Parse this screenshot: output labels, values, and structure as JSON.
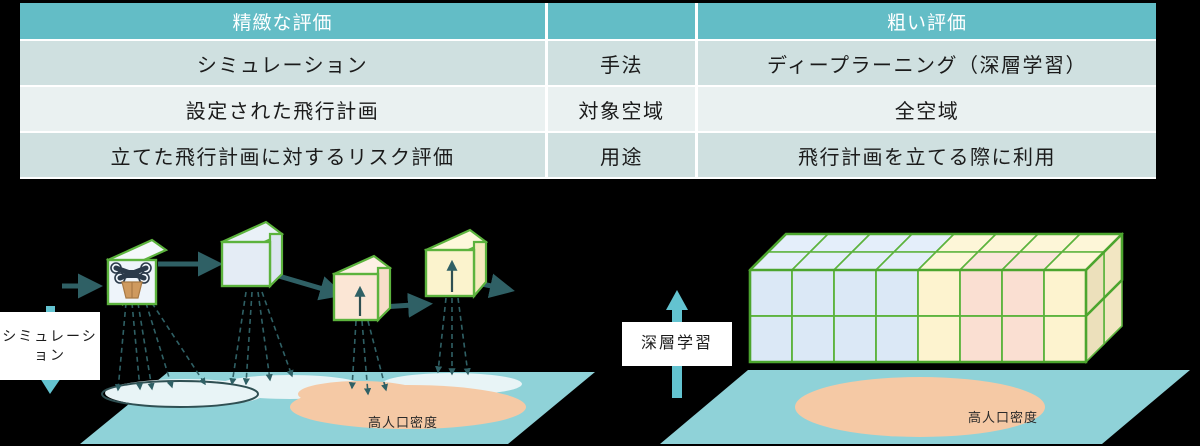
{
  "table": {
    "headers": [
      "精緻な評価",
      "",
      "粗い評価"
    ],
    "rows": [
      {
        "left": "シミュレーション",
        "middle": "手法",
        "right": "ディープラーニング（深層学習）"
      },
      {
        "left": "設定された飛行計画",
        "middle": "対象空域",
        "right": "全空域"
      },
      {
        "left": "立てた飛行計画に対するリスク評価",
        "middle": "用途",
        "right": "飛行計画を立てる際に利用"
      }
    ],
    "colors": {
      "header_bg": "#63bdc6",
      "header_text": "#ffffff",
      "row_odd_bg": "#cfe0e0",
      "row_even_bg": "#eaf1f1",
      "grid": "#ffffff"
    }
  },
  "diagrams": {
    "left": {
      "label": "シミュレーション",
      "ground_label": "高人口密度",
      "cubes": [
        {
          "name": "drone-cube",
          "fill": "#eef3f8"
        },
        {
          "name": "blue-cube",
          "fill": "#e2eaf2"
        },
        {
          "name": "peach-cube",
          "fill": "#fae4d2"
        },
        {
          "name": "yellow-cube",
          "fill": "#fbf2cd"
        }
      ],
      "icon": "drone-icon"
    },
    "right": {
      "label": "深層学習",
      "ground_label": "高人口密度",
      "voxel_grid": {
        "columns": 8,
        "rows": 2,
        "depth_layers": 2,
        "cell_colors": [
          "#dbe8f6",
          "#dbe8f6",
          "#dbe8f6",
          "#dbe8f6",
          "#fdf3cf",
          "#fadfd2",
          "#fadfd2",
          "#fdf3cf"
        ],
        "edge_color": "#5cb33d"
      }
    },
    "colors": {
      "ground": "#8fd2d8",
      "ground_highlight": "#e8f4f6",
      "population_blob": "#f5c9a5",
      "arrow": "#2f6065",
      "accent_arrow": "#63c3d0",
      "cube_edge": "#5cb33d"
    }
  }
}
